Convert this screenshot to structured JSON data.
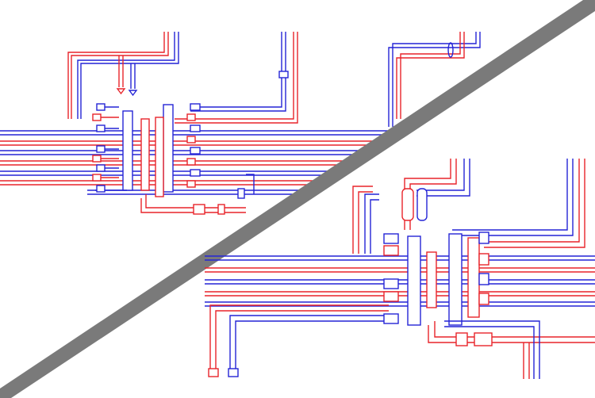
{
  "diagram": {
    "type": "piping-plan-split-view",
    "views": [
      "overview",
      "zoomed-detail"
    ],
    "colors": {
      "hot_pipe": "#e8242a",
      "cold_pipe": "#2424d6",
      "divider": "#7a7a7a",
      "background": "#ffffff"
    },
    "icons": [
      "pipe-run",
      "pipe-elbow",
      "pipe-fitting",
      "valve",
      "pipe-end-arrow"
    ]
  }
}
